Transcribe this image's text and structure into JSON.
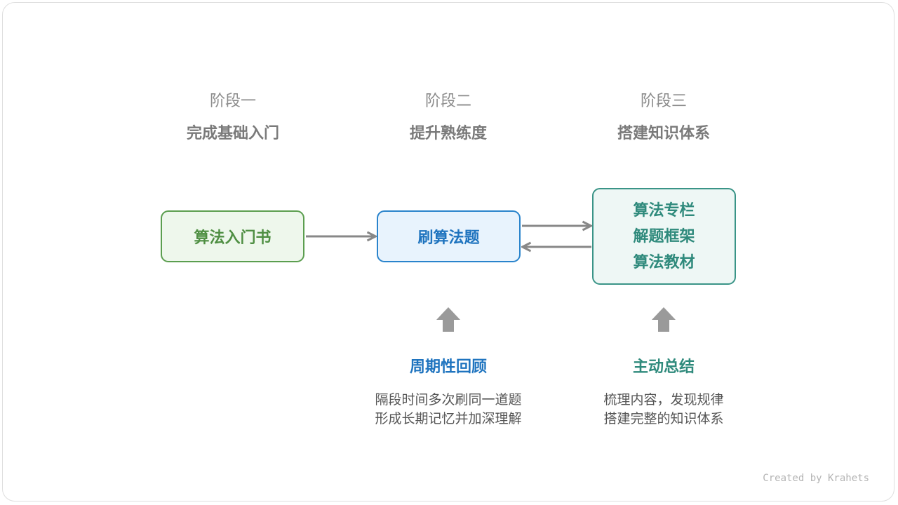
{
  "stages": [
    {
      "label": "阶段一",
      "subtitle": "完成基础入门"
    },
    {
      "label": "阶段二",
      "subtitle": "提升熟练度"
    },
    {
      "label": "阶段三",
      "subtitle": "搭建知识体系"
    }
  ],
  "boxes": {
    "stage1": "算法入门书",
    "stage2": "刷算法题",
    "stage3_lines": [
      "算法专栏",
      "解题框架",
      "算法教材"
    ]
  },
  "features": {
    "review": {
      "title": "周期性回顾",
      "lines": [
        "隔段时间多次刷同一道题",
        "形成长期记忆并加深理解"
      ]
    },
    "summary": {
      "title": "主动总结",
      "lines": [
        "梳理内容，发现规律",
        "搭建完整的知识体系"
      ]
    }
  },
  "credit": "Created by Krahets",
  "colors": {
    "green": "#5b9e4f",
    "blue": "#2a84cc",
    "teal": "#3a9487",
    "arrow": "#888888",
    "up_arrow": "#9a9a9a"
  },
  "icons": {
    "right_arrow": "right-arrow-icon",
    "left_arrow": "left-arrow-icon",
    "up_arrow": "up-arrow-icon"
  }
}
